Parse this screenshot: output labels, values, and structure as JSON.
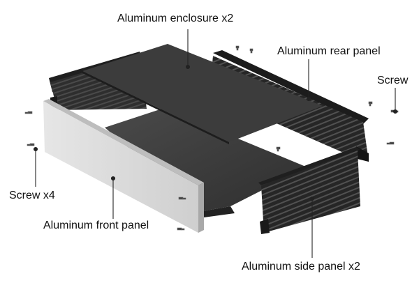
{
  "labels": {
    "enclosure": "Aluminum enclosure x2",
    "rear_panel": "Aluminum rear panel",
    "screw": "Screw",
    "screw_x4": "Screw x4",
    "front_panel": "Aluminum front panel",
    "side_panel": "Aluminum side panel x2"
  },
  "colors": {
    "background": "#ffffff",
    "text": "#111111",
    "leader_line": "#222222",
    "aluminum_dark": "#2b2b2b",
    "aluminum_front": "#dcdcdc",
    "cover_plate": "#3a3a3a"
  }
}
